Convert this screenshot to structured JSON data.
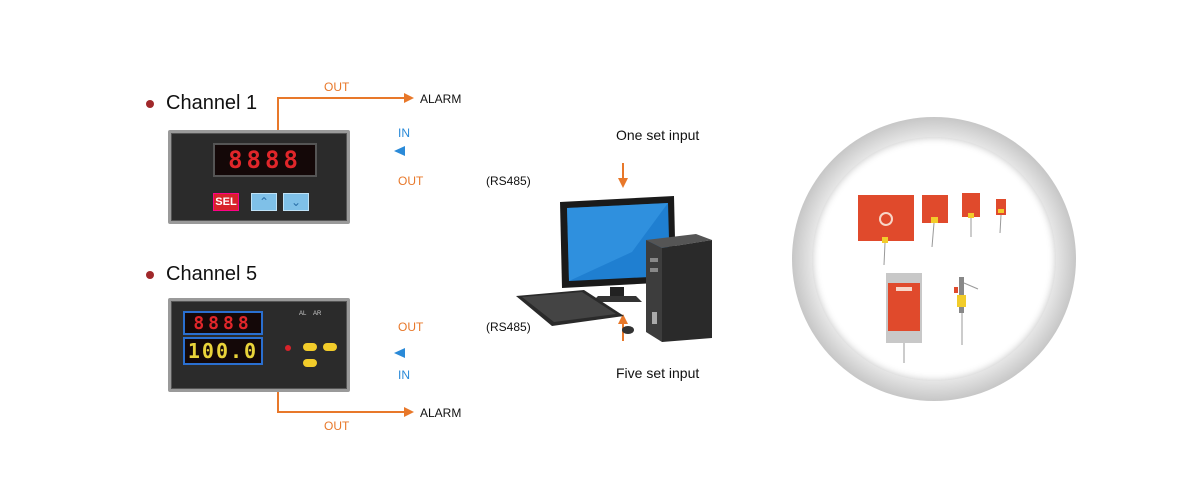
{
  "channel1": {
    "title": "Channel 1",
    "display": "8888",
    "sel_label": "SEL",
    "out_label": "OUT",
    "alarm_label": "ALARM"
  },
  "channel5": {
    "title": "Channel 5",
    "display_top": "8888",
    "display_bottom": "100.0",
    "indicator_al": "AL",
    "indicator_ar": "AR",
    "out_label": "OUT",
    "alarm_label": "ALARM"
  },
  "link_top": {
    "in_label": "IN",
    "out_label": "OUT",
    "protocol": "(RS485)",
    "input_label": "One set input"
  },
  "link_bottom": {
    "in_label": "IN",
    "out_label": "OUT",
    "protocol": "(RS485)",
    "input_label": "Five set input"
  },
  "colors": {
    "out_arrow": "#e8782a",
    "in_arrow": "#2a8ad8",
    "product": "#e04a2c"
  },
  "icons": [
    "computer-icon",
    "sensor-products-image"
  ]
}
